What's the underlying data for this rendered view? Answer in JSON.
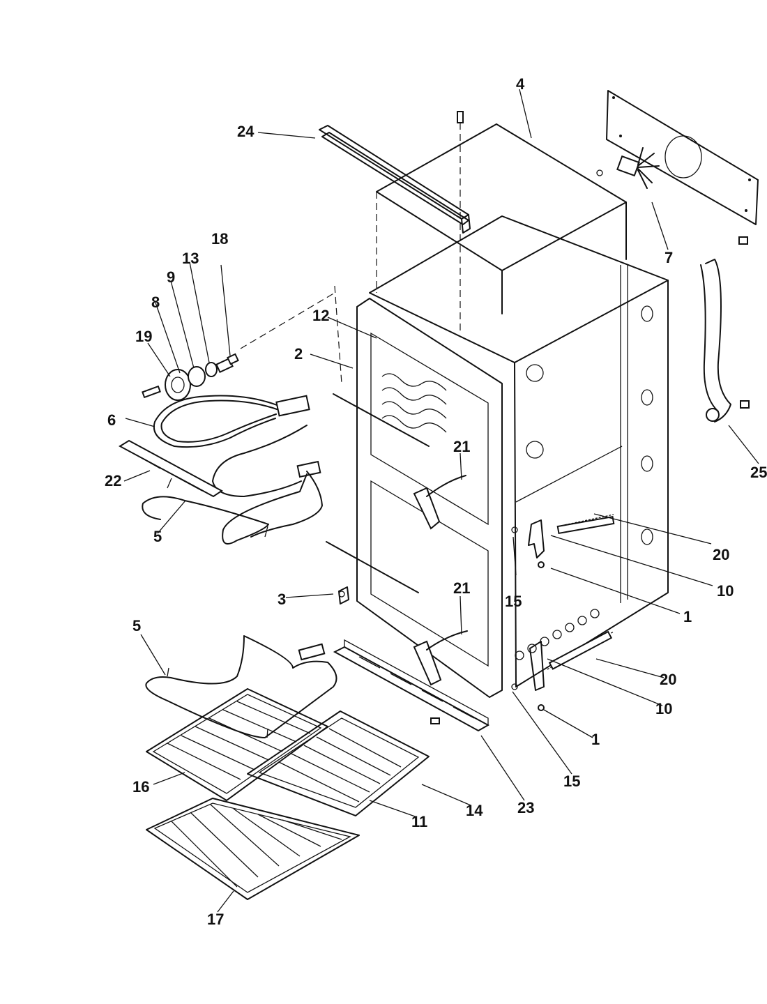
{
  "callouts": [
    {
      "id": "c1a",
      "text": "1"
    },
    {
      "id": "c1b",
      "text": "1"
    },
    {
      "id": "c2",
      "text": "2"
    },
    {
      "id": "c3",
      "text": "3"
    },
    {
      "id": "c4",
      "text": "4"
    },
    {
      "id": "c5a",
      "text": "5"
    },
    {
      "id": "c5b",
      "text": "5"
    },
    {
      "id": "c6",
      "text": "6"
    },
    {
      "id": "c7",
      "text": "7"
    },
    {
      "id": "c8",
      "text": "8"
    },
    {
      "id": "c9",
      "text": "9"
    },
    {
      "id": "c10a",
      "text": "10"
    },
    {
      "id": "c10b",
      "text": "10"
    },
    {
      "id": "c11",
      "text": "11"
    },
    {
      "id": "c12",
      "text": "12"
    },
    {
      "id": "c13",
      "text": "13"
    },
    {
      "id": "c14",
      "text": "14"
    },
    {
      "id": "c15a",
      "text": "15"
    },
    {
      "id": "c15b",
      "text": "15"
    },
    {
      "id": "c16",
      "text": "16"
    },
    {
      "id": "c17",
      "text": "17"
    },
    {
      "id": "c18",
      "text": "18"
    },
    {
      "id": "c19",
      "text": "19"
    },
    {
      "id": "c20a",
      "text": "20"
    },
    {
      "id": "c20b",
      "text": "20"
    },
    {
      "id": "c21a",
      "text": "21"
    },
    {
      "id": "c21b",
      "text": "21"
    },
    {
      "id": "c22",
      "text": "22"
    },
    {
      "id": "c23",
      "text": "23"
    },
    {
      "id": "c24",
      "text": "24"
    },
    {
      "id": "c25",
      "text": "25"
    }
  ]
}
